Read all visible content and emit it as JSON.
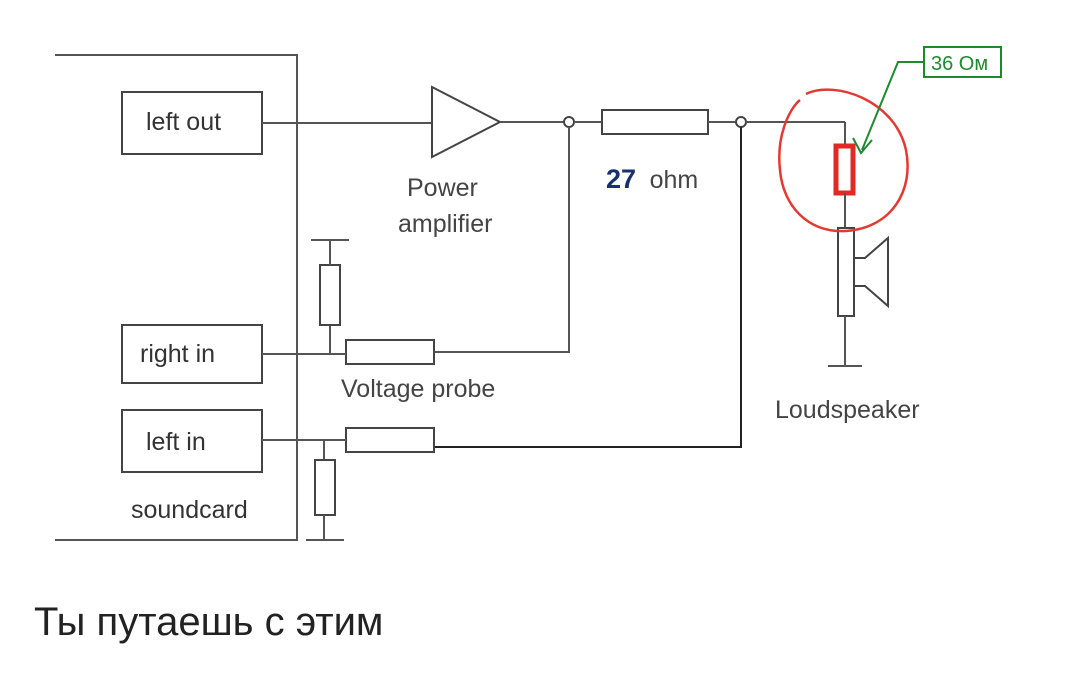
{
  "diagram": {
    "soundcard_label": "soundcard",
    "ports": {
      "left_out": "left out",
      "right_in": "right in",
      "left_in": "left in"
    },
    "amplifier_label_line1": "Power",
    "amplifier_label_line2": "amplifier",
    "resistor_value_number": "27",
    "resistor_value_unit": "ohm",
    "voltage_probe_label": "Voltage probe",
    "loudspeaker_label": "Loudspeaker",
    "annotation_text": "36 Ом",
    "colors": {
      "annotation_green": "#1e8a2e",
      "circle_red": "#e23a32",
      "resistor_red": "#e02a22",
      "number_blue": "#1a2f6e",
      "number_red_accent": "#d42020"
    }
  },
  "caption": "Ты путаешь с этим"
}
